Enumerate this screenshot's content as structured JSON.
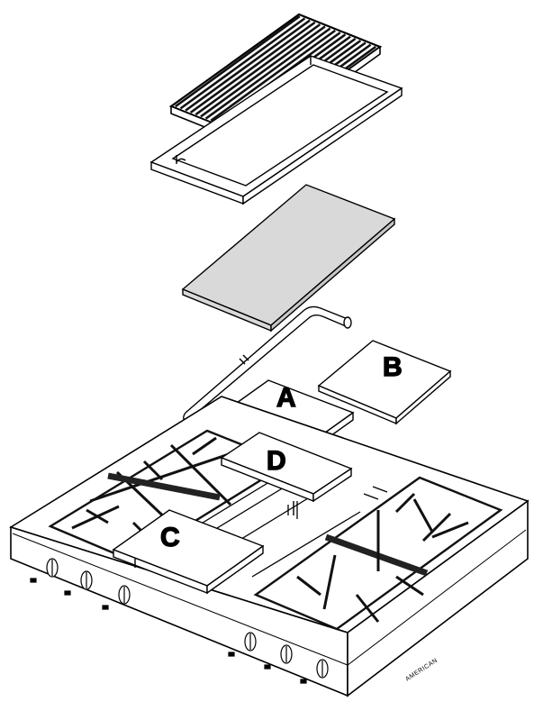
{
  "diagram": {
    "labels": {
      "a": "A",
      "b": "B",
      "c": "C",
      "d": "D"
    },
    "brand_text": "AMERICAN",
    "colors": {
      "stroke": "#000000",
      "plate_fill": "#d9d9d9",
      "grate": "#111111",
      "background": "#ffffff"
    }
  }
}
